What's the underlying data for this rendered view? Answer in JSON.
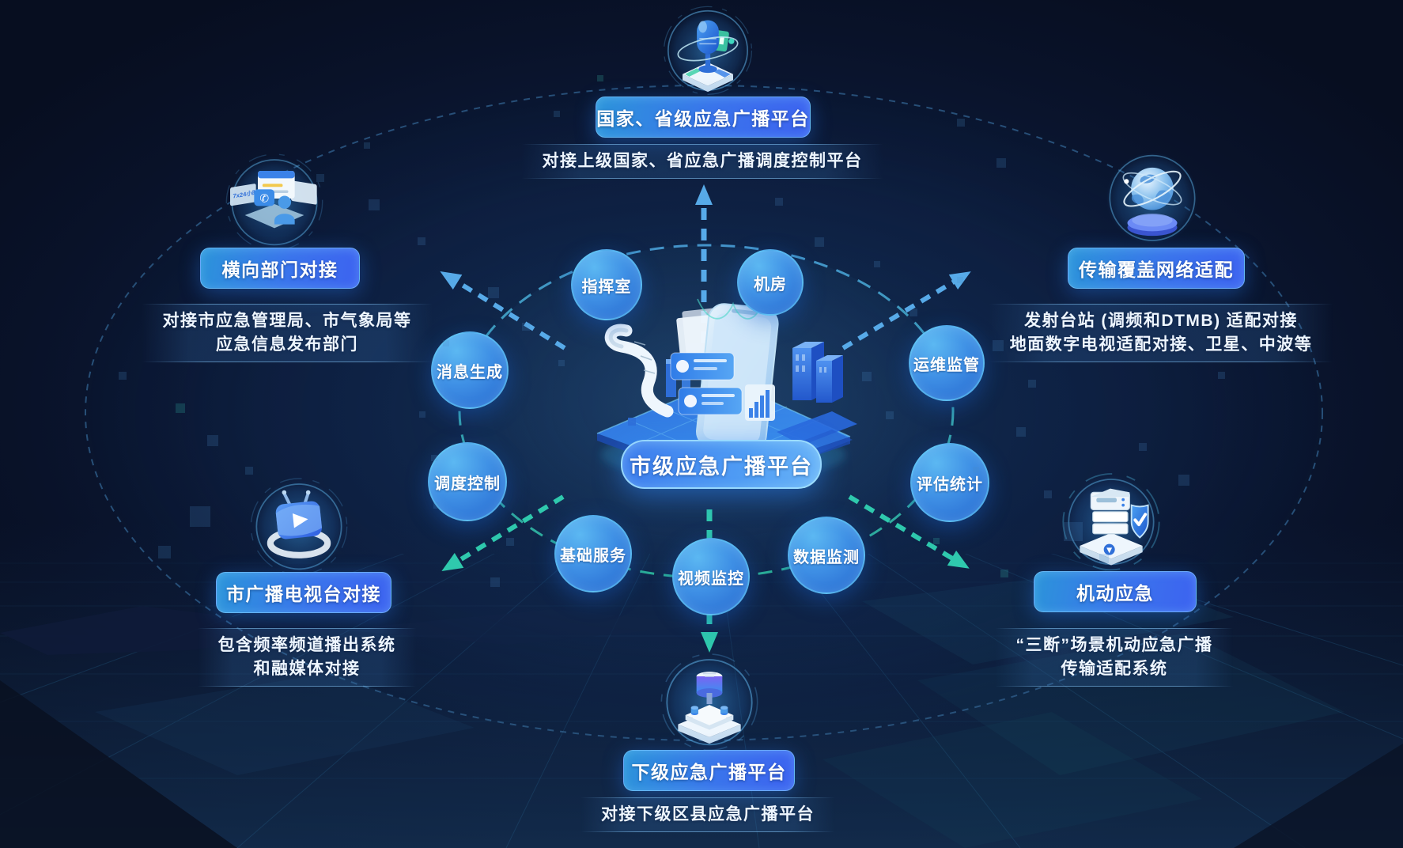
{
  "center": {
    "label": "市级应急广播平台"
  },
  "modules": [
    "指挥室",
    "机房",
    "消息生成",
    "运维监管",
    "调度控制",
    "评估统计",
    "基础服务",
    "视频监控",
    "数据监测"
  ],
  "satellites": [
    {
      "id": "national-provincial",
      "icon": "microphone-broadcast-icon",
      "label": "国家、省级应急广播平台",
      "desc": [
        "对接上级国家、省应急广播调度控制平台"
      ]
    },
    {
      "id": "horizontal-dept",
      "icon": "department-monitor-icon",
      "icon_label": "7x24小时",
      "label": "横向部门对接",
      "desc": [
        "对接市应急管理局、市气象局等",
        "应急信息发布部门"
      ]
    },
    {
      "id": "transmission-network",
      "icon": "globe-network-icon",
      "label": "传输覆盖网络适配",
      "desc": [
        "发射台站 (调频和DTMB) 适配对接",
        "地面数字电视适配对接、卫星、中波等"
      ]
    },
    {
      "id": "city-tv-station",
      "icon": "tv-media-icon",
      "label": "市广播电视台对接",
      "desc": [
        "包含频率频道播出系统",
        "和融媒体对接"
      ]
    },
    {
      "id": "mobile-emergency",
      "icon": "server-shield-icon",
      "label": "机动应急",
      "desc": [
        "“三断”场景机动应急广播",
        "传输适配系统"
      ]
    },
    {
      "id": "subordinate-platform",
      "icon": "broadcast-station-icon",
      "label": "下级应急广播平台",
      "desc": [
        "对接下级区县应急广播平台"
      ]
    }
  ],
  "colors": {
    "arrow_blue": "#57aae8",
    "arrow_teal": "#2fc9ad",
    "button_gradient": [
      "#2c94da",
      "#3d63f0"
    ],
    "node_blue": "#3f90e5",
    "background": "#0c1b3a"
  }
}
